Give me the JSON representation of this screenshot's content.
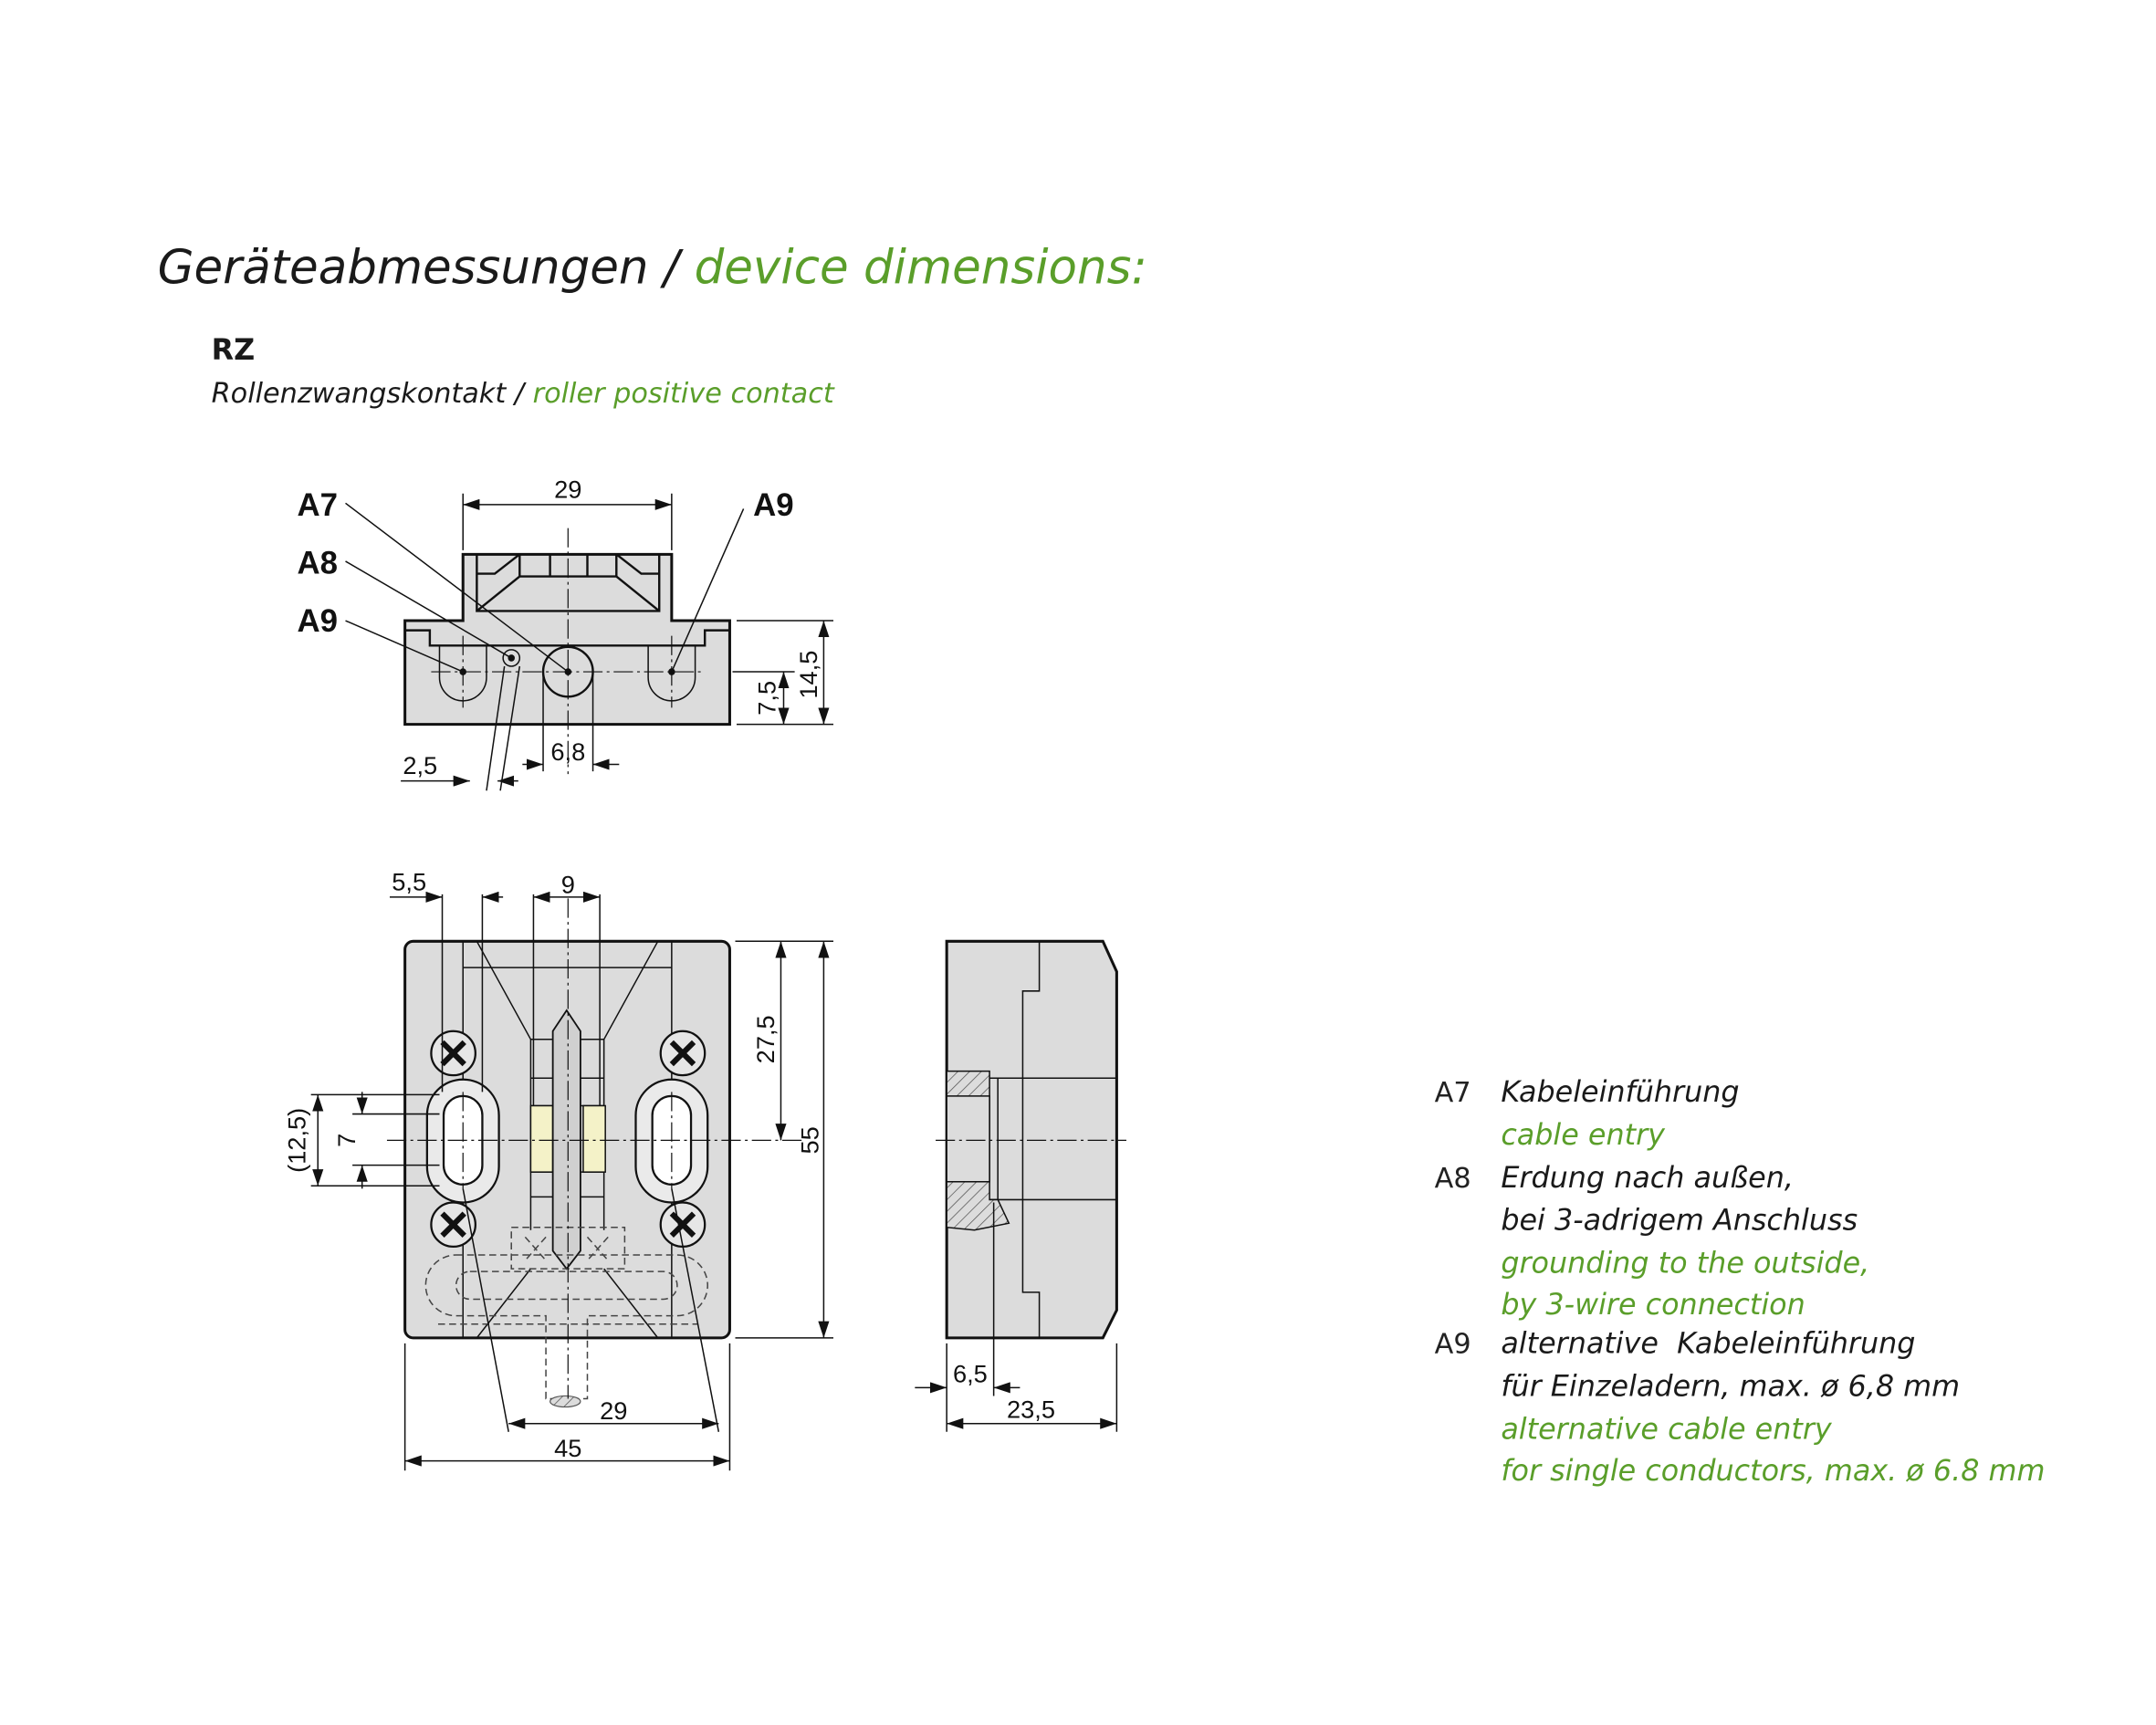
{
  "title": {
    "de": "Geräteabmessungen",
    "sep": " / ",
    "en": "device dimensions:"
  },
  "model": "RZ",
  "subtitle": {
    "de": "Rollenzwangskontakt",
    "sep": " / ",
    "en": "roller positive contact"
  },
  "colors": {
    "accent": "#5a9e2a",
    "text": "#1a1a1a",
    "part_fill": "#dcdcdc",
    "highlight": "#f4f2c8"
  },
  "top_view": {
    "labels": [
      "A7",
      "A8",
      "A9",
      "A9"
    ],
    "dims": {
      "width_top": "29",
      "height": "14,5",
      "center_height": "7,5",
      "ground_dia": "2,5",
      "cable_dia": "6,8"
    }
  },
  "front_view": {
    "dims": {
      "slot_offset": "5,5",
      "center_width": "9",
      "half_height": "27,5",
      "height": "55",
      "slot_outer": "(12,5)",
      "slot_inner": "7",
      "hole_spacing": "29",
      "width": "45"
    }
  },
  "side_view": {
    "dims": {
      "recess": "6,5",
      "depth": "23,5"
    }
  },
  "legend": [
    {
      "key": "A7",
      "de": [
        "Kabeleinführung"
      ],
      "en": [
        "cable entry"
      ]
    },
    {
      "key": "A8",
      "de": [
        "Erdung nach außen,",
        "bei 3-adrigem Anschluss"
      ],
      "en": [
        "grounding to the outside,",
        "by 3-wire connection"
      ]
    },
    {
      "key": "A9",
      "de": [
        "alternative  Kabeleinführung",
        "für Einzeladern, max. ø 6,8 mm"
      ],
      "en": [
        "alternative cable entry",
        "for single conductors, max. ø 6.8 mm"
      ]
    }
  ]
}
